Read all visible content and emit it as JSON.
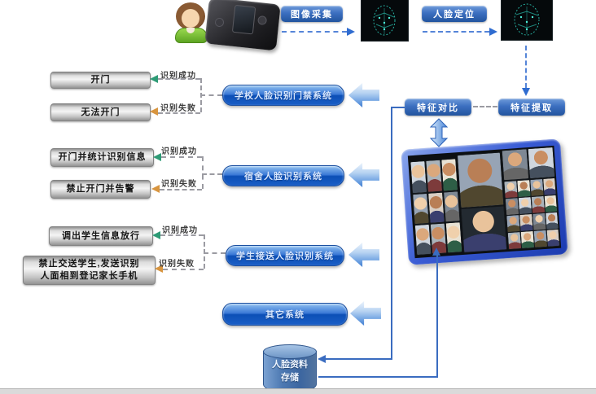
{
  "top_flow": {
    "image_capture_label": "图像采集",
    "face_locate_label": "人脸定位"
  },
  "feature_nodes": {
    "compare_label": "特征对比",
    "extract_label": "特征提取"
  },
  "result_labels": {
    "success": "识别成功",
    "fail": "识别失败"
  },
  "systems": [
    {
      "name": "学校人脸识别门禁系统",
      "success_action": "开门",
      "fail_action": "无法开门"
    },
    {
      "name": "宿舍人脸识别系统",
      "success_action": "开门并统计识别信息",
      "fail_action": "禁止开门并告警"
    },
    {
      "name": "学生接送人脸识别系统",
      "success_action": "调出学生信息放行",
      "fail_action_line1": "禁止交送学生,发送识别",
      "fail_action_line2": "人面相到登记家长手机"
    },
    {
      "name": "其它系统"
    }
  ],
  "database": {
    "label_line1": "人脸资料",
    "label_line2": "存储"
  },
  "colors": {
    "node_blue": "#3c6fc0",
    "system_blue": "#1a5ec6",
    "success_green": "#2e9b76",
    "fail_orange": "#d8953f",
    "connector_blue": "#3a6cc0",
    "wireframe_teal": "#2ed8c4"
  }
}
